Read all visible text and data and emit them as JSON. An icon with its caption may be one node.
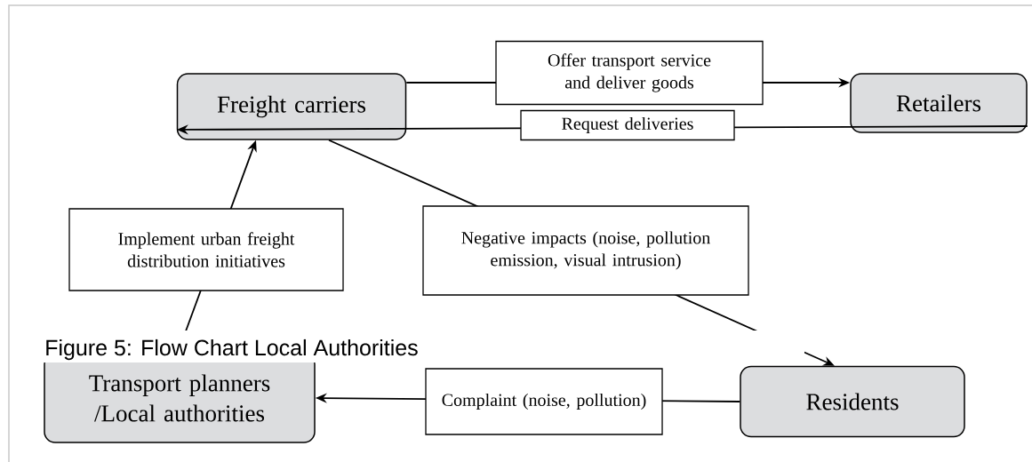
{
  "diagram": {
    "caption": "Figure 5: Flow Chart Local Authorities",
    "nodes": [
      {
        "text": [
          "Freight carriers"
        ]
      },
      {
        "text": [
          "Retailers"
        ]
      },
      {
        "text": [
          "Transport planners /Local authorities"
        ]
      },
      {
        "text": [
          "Residents"
        ]
      }
    ],
    "edges": [
      {
        "from": 0,
        "to": 1,
        "arrow": "to",
        "label": "Offer transport service and deliver goods"
      },
      {
        "from": 1,
        "to": 0,
        "arrow": "to",
        "label": "Request deliveries"
      },
      {
        "from": 0,
        "to": 3,
        "arrow": "to",
        "label": "Negative impacts (noise, pollution emission, visual intrusion)"
      },
      {
        "from": 3,
        "to": 2,
        "arrow": "to",
        "label": "Complaint (noise, pollution)"
      },
      {
        "from": 2,
        "to": 0,
        "arrow": "to",
        "label": "Implement urban freight distribution initiatives"
      }
    ]
  }
}
